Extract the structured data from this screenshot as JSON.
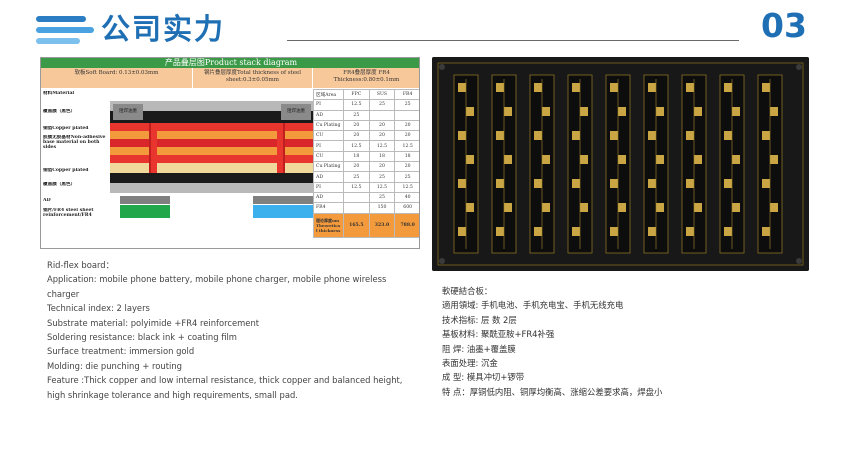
{
  "header": {
    "title": "公司实力",
    "page_number": "03",
    "accent_color": "#1f6fb5"
  },
  "stack_diagram": {
    "title": "产品叠层图Product stack diagram",
    "col_soft": "软板Soft Board: 0.13±0.03mm",
    "col_steel": "钢片叠层厚度Total thickness of steel sheet:0.3±0.05mm",
    "col_fr4": "FR4叠层厚度 FR4 Thickness:0.80±0.1mm",
    "material_header": "材料Material",
    "layers": [
      "覆盖膜（黑色）",
      "铜箔Copper plated",
      "胶膜无胶基材Non-adhesive base material on both sides",
      "铜箔Copper plated",
      "覆盖膜（黑色）",
      "AD",
      "钢片/FR4 steel sheet reinforcement/FR4"
    ],
    "pad_label": "阻焊油墨",
    "table": {
      "headers": [
        "区域Area",
        "FPC",
        "SUS",
        "FR4"
      ],
      "rows": [
        [
          "PI",
          "12.5",
          "25",
          "25"
        ],
        [
          "AD",
          "25",
          "",
          ""
        ],
        [
          "Cu Plating",
          "20",
          "20",
          "20"
        ],
        [
          "CU",
          "20",
          "20",
          "20"
        ],
        [
          "PI",
          "12.5",
          "12.5",
          "12.5"
        ],
        [
          "CU",
          "18",
          "18",
          "18"
        ],
        [
          "Cu Plating",
          "20",
          "20",
          "20"
        ],
        [
          "AD",
          "25",
          "25",
          "25"
        ],
        [
          "PI",
          "12.5",
          "12.5",
          "12.5"
        ],
        [
          "AD",
          "",
          "25",
          "40"
        ],
        [
          "FR4",
          "",
          "150",
          "600"
        ]
      ],
      "total_label": "理论厚度um Theoretica l thickness",
      "totals": [
        "165.5",
        "323.0",
        "788.0"
      ]
    }
  },
  "english": [
    "Rid-flex board：",
    "Application: mobile phone battery, mobile phone charger, mobile phone wireless",
    "charger",
    "Technical index: 2 layers",
    "Substrate material: polyimide +FR4 reinforcement",
    "Soldering resistance: black ink + coating film",
    "Surface treatment: immersion gold",
    "Molding: die punching + routing",
    "Feature :Thick copper and low internal resistance, thick copper and balanced height,",
    "high shrinkage tolerance  and high requirements, small pad."
  ],
  "chinese": [
    "軟硬結合板：",
    "適用領域: 手机电池、手机充电宝、手机无线充电",
    "技术指标: 层    数      2层",
    "基板材料: 聚酰亚胺+FR4补强",
    "阻       焊: 油墨+覆盖膜",
    "表面处理: 沉金",
    "成       型: 模具冲切+锣带",
    "特       点：厚铜低内阻、铜厚均衡高、涨缩公差要求高，焊盘小"
  ]
}
